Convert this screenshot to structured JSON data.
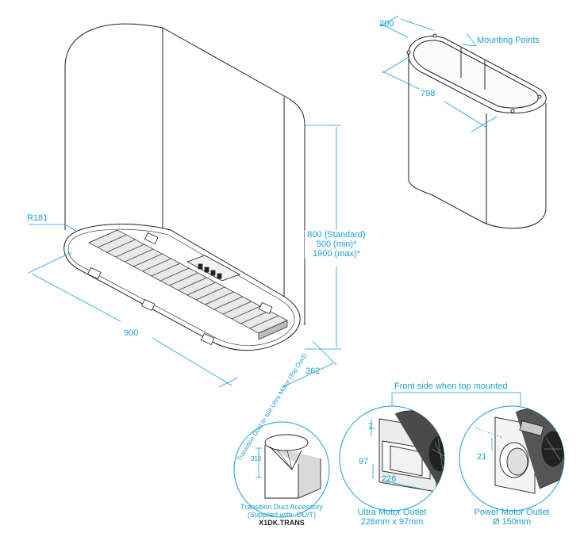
{
  "colors": {
    "dimension": "#1a9fd6",
    "outline": "#222222"
  },
  "hood": {
    "radius_label": "R181",
    "width_label": "900",
    "depth_label": "362",
    "height_labels": [
      "800 (Standard)",
      "500 (min)*",
      "1900 (max)*"
    ]
  },
  "top_view": {
    "width_label": "200",
    "length_label": "798",
    "mounting_label": "Mounting Points"
  },
  "front_side_label": "Front side when top mounted",
  "transition_duct": {
    "arc_label": "Transition Duct to suit Ultra Motor (Top Duct)",
    "height_label": "310",
    "caption": [
      "Transition Duct Accessory",
      "(Supplied with .OU/T)"
    ],
    "part_code": "X1DK.TRANS"
  },
  "ultra_motor": {
    "dims": [
      "7",
      "97",
      "226"
    ],
    "caption": [
      "Ultra Motor Outlet",
      "226mm x 97mm"
    ]
  },
  "power_motor": {
    "dim": "21",
    "caption": [
      "Power Motor Outlet",
      "Ø 150mm"
    ]
  }
}
